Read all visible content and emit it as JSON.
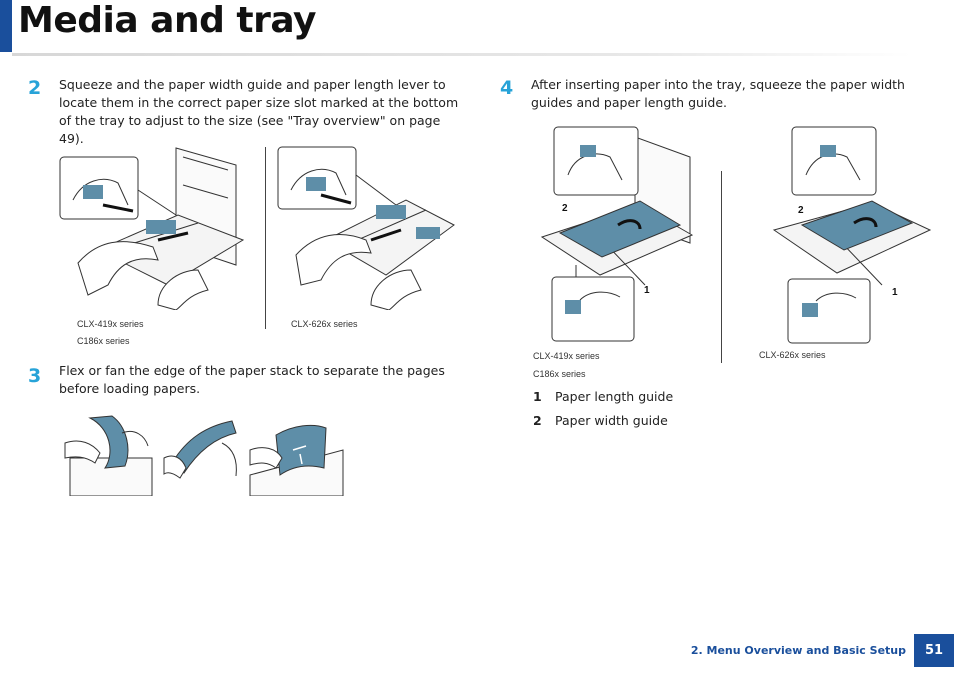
{
  "page": {
    "title": "Media and tray",
    "footer_section": "2. Menu Overview and Basic Setup",
    "page_number": "51"
  },
  "steps": {
    "step2": {
      "number": "2",
      "text": "Squeeze and the paper width guide and paper length lever to locate them in the correct paper size slot marked at the bottom of the tray to adjust to the size (see \"Tray overview\" on page 49).",
      "caption_left_1": "CLX-419x series",
      "caption_left_2": "C186x series",
      "caption_right": "CLX-626x series"
    },
    "step3": {
      "number": "3",
      "text": "Flex or fan the edge of the paper stack to separate the pages before loading papers."
    },
    "step4": {
      "number": "4",
      "text": "After inserting paper into the tray, squeeze the paper width guides and paper length guide.",
      "caption_left_1": "CLX-419x series",
      "caption_left_2": "C186x series",
      "caption_right": "CLX-626x series",
      "callouts": [
        "1",
        "2"
      ],
      "legend": [
        {
          "num": "1",
          "label": "Paper length guide"
        },
        {
          "num": "2",
          "label": "Paper width guide"
        }
      ]
    }
  },
  "colors": {
    "accent_blue": "#1a4f9c",
    "step_number": "#27a3d8",
    "paper_teal": "#5e8ea8"
  }
}
